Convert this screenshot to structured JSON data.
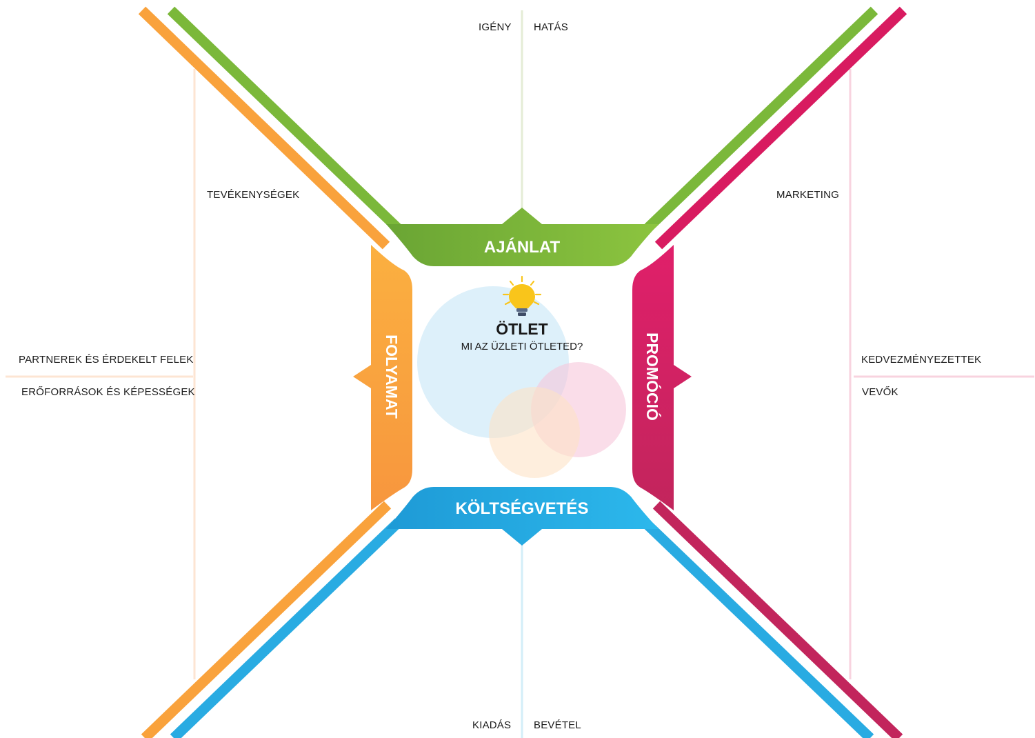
{
  "colors": {
    "green": "#7bb83a",
    "orange": "#f9a23c",
    "magenta": "#d81b60",
    "blue": "#29abe2"
  },
  "labels": {
    "igeny": "IGÉNY",
    "hatas": "HATÁS",
    "tevekenysegek": "TEVÉKENYSÉGEK",
    "marketing": "MARKETING",
    "partnerek": "PARTNEREK ÉS ÉRDEKELT FELEK",
    "eroforrasok": "ERŐFORRÁSOK ÉS KÉPESSÉGEK",
    "kedvezmenyezettek": "KEDVEZMÉNYEZETTEK",
    "vevok": "VEVŐK",
    "kiadas": "KIADÁS",
    "bevetel": "BEVÉTEL"
  },
  "bands": {
    "ajanlat": "AJÁNLAT",
    "folyamat": "FOLYAMAT",
    "promocio": "PROMÓCIÓ",
    "koltsegvetes": "KÖLTSÉGVETÉS"
  },
  "center": {
    "title": "ÖTLET",
    "subtitle": "MI AZ ÜZLETI ÖTLETED?",
    "icon": "lightbulb-icon"
  }
}
